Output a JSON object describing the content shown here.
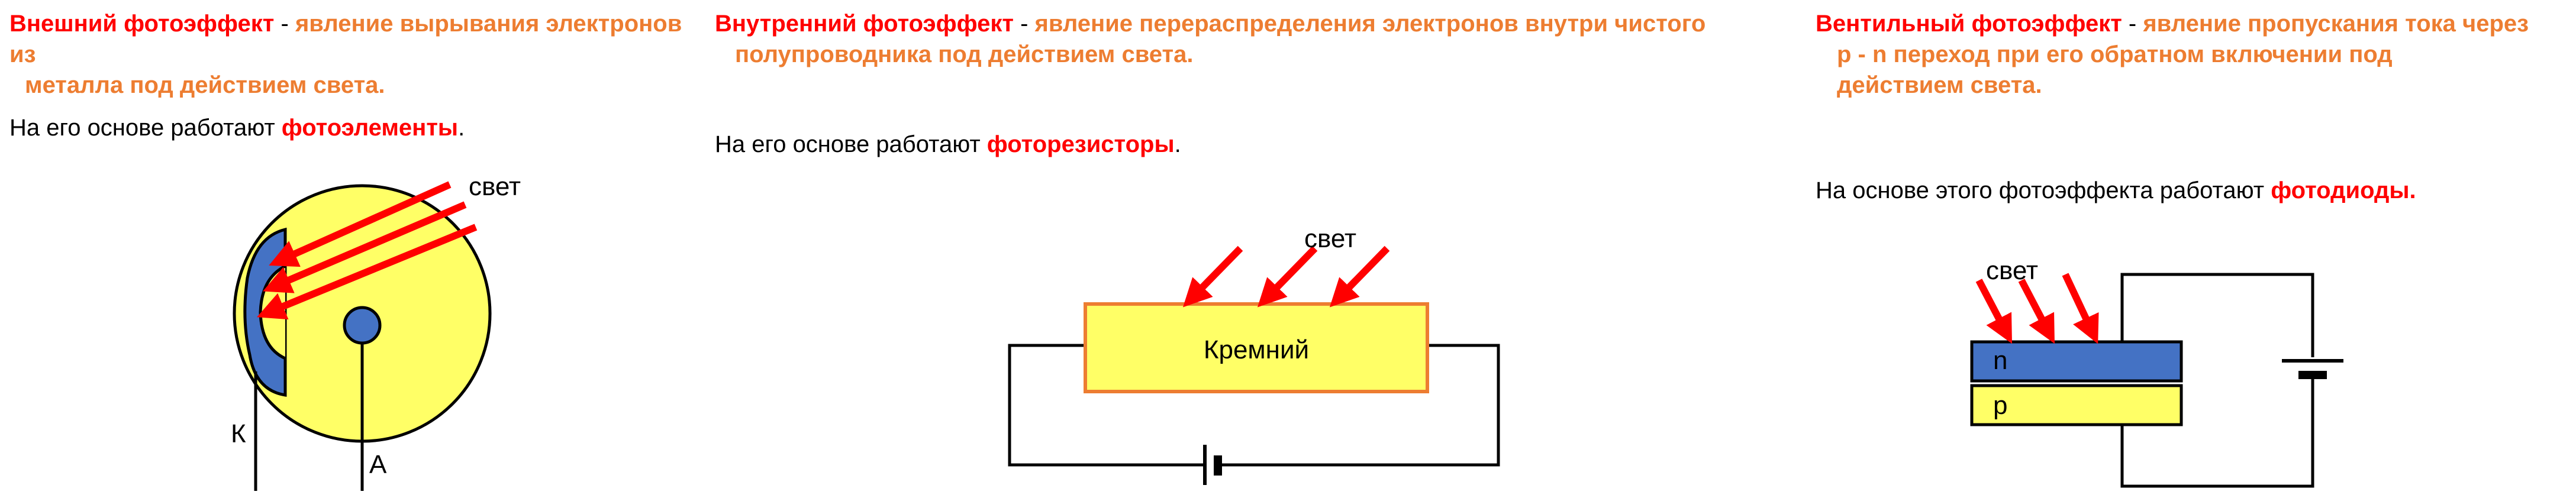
{
  "panel1": {
    "term": "Внешний фотоэффект",
    "dash": " - ",
    "def_line1": "явление вырывания электронов из",
    "def_line2": "металла под действием света.",
    "note_prefix": "На его основе работают ",
    "note_device": "фотоэлементы",
    "note_suffix": ".",
    "label_light": "свет",
    "label_cathode": "К",
    "label_anode": "А"
  },
  "panel2": {
    "term": "Внутренний фотоэффект",
    "dash": " - ",
    "def_line1": "явление перераспределения электронов внутри чистого",
    "def_line2": "полупроводника под действием света.",
    "note_prefix": "На его основе работают  ",
    "note_device": "фоторезисторы",
    "note_suffix": ".",
    "label_light": "свет",
    "label_material": "Кремний"
  },
  "panel3": {
    "term": "Вентильный  фотоэффект",
    "dash": " - ",
    "def_line1": "явление пропускания тока через",
    "def_line2": "p - n переход при его обратном  включении под",
    "def_line3": "действием света.",
    "note_prefix": "На основе этого фотоэффекта работают ",
    "note_device": "фотодиоды.",
    "label_light": "свет",
    "label_n": "n",
    "label_p": "p"
  },
  "colors": {
    "term": "#ff0000",
    "definition": "#ed7d31",
    "arrow": "#ff0000",
    "cathode": "#4472c4",
    "bulb": "#ffff66",
    "resistor_fill": "#ffff66",
    "resistor_border": "#ed7d31",
    "n_layer": "#4472c4",
    "p_layer": "#ffff66"
  }
}
